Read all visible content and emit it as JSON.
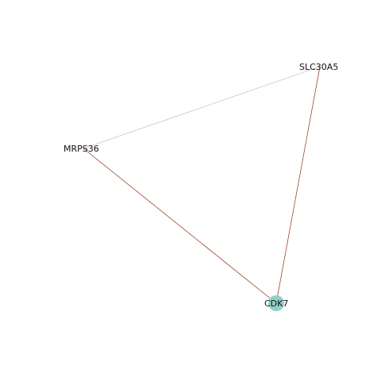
{
  "network": {
    "nodes": [
      {
        "id": "slc30a5",
        "label": "SLC30A5",
        "fill": "#ffffff",
        "highlighted": false
      },
      {
        "id": "mrps36",
        "label": "MRPS36",
        "fill": "#ffffff",
        "highlighted": false
      },
      {
        "id": "cdk7",
        "label": "CDK7",
        "fill": "#8fd0c9",
        "highlighted": true
      }
    ],
    "edges": [
      {
        "source": "slc30a5",
        "target": "mrps36",
        "color": "#c8c8c8"
      },
      {
        "source": "slc30a5",
        "target": "cdk7",
        "color": "#a0452f"
      },
      {
        "source": "mrps36",
        "target": "cdk7",
        "color": "#a0452f"
      }
    ]
  }
}
